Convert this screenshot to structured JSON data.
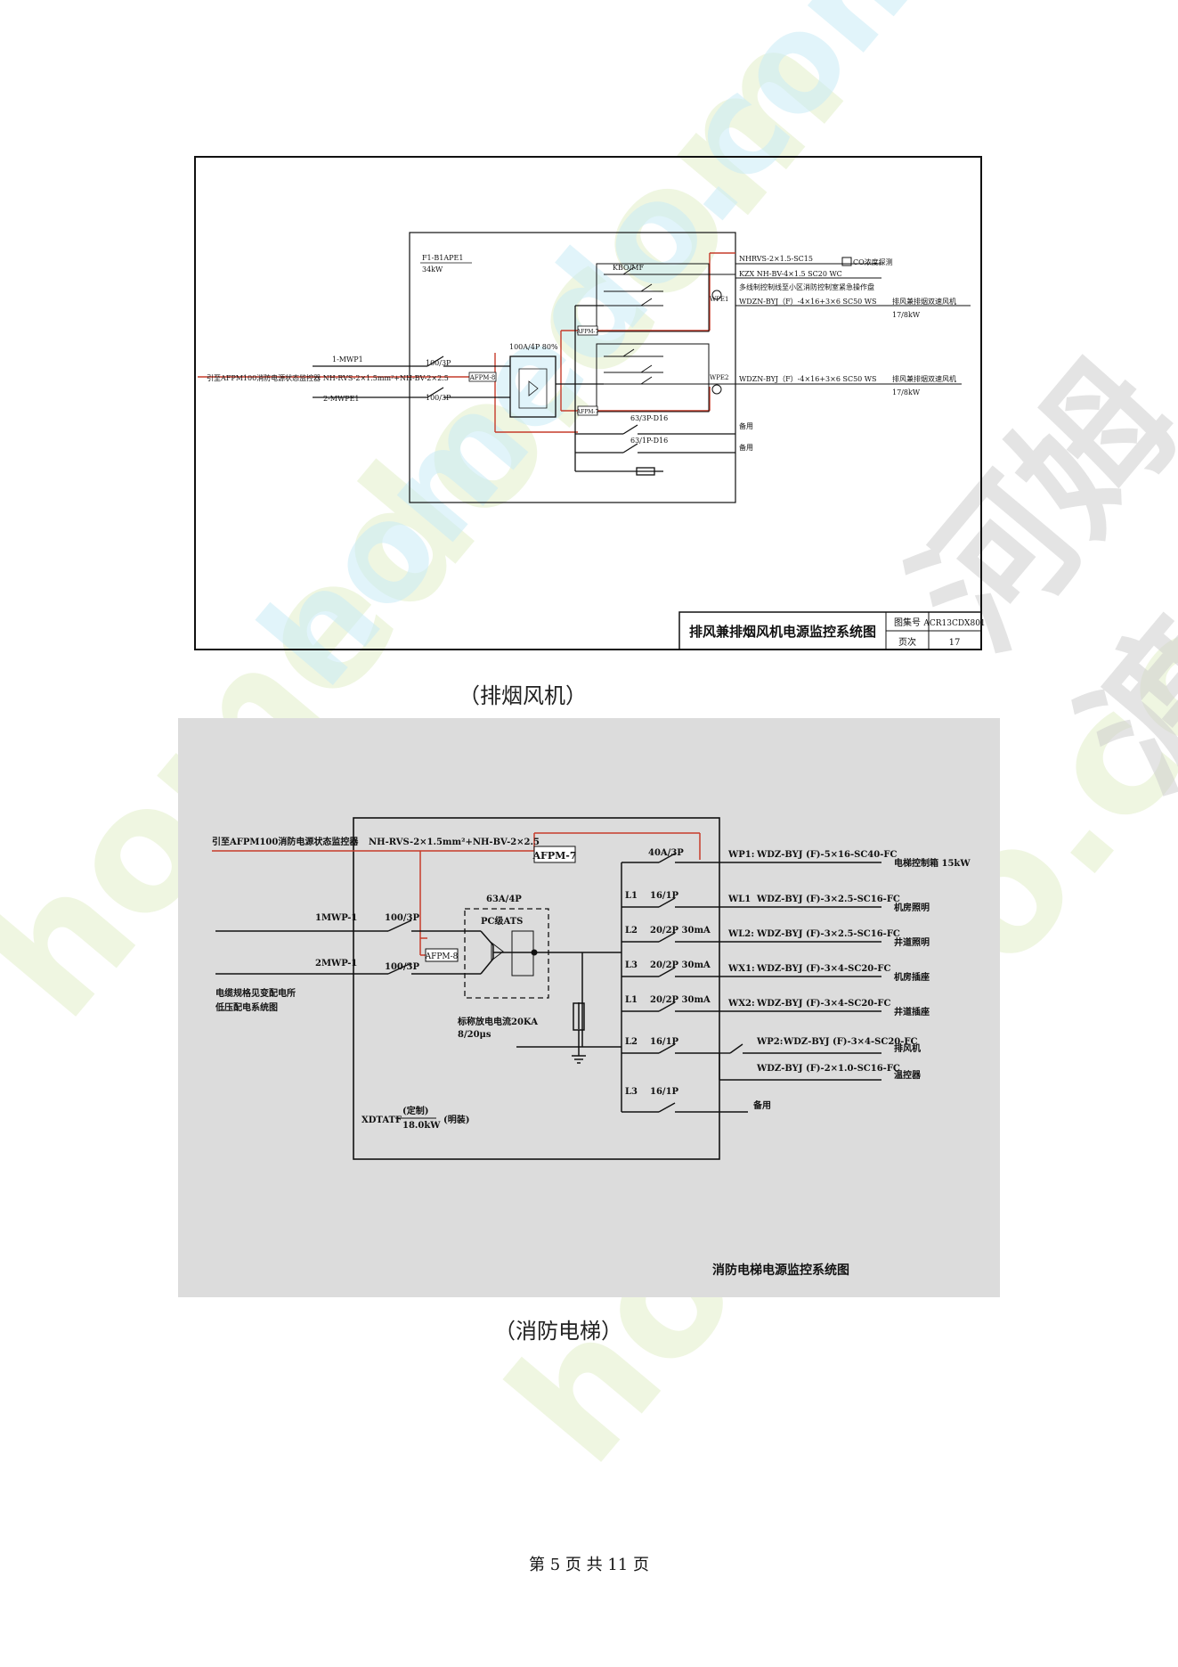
{
  "watermark": {
    "latin": "homedo.com",
    "cjk": "河姆渡"
  },
  "diagram1": {
    "panel_id": "F1-B1APE1",
    "panel_power": "34kW",
    "feeder1": "1-MWP1",
    "feeder2": "2-MWPE1",
    "monitor_note": "引至AFPM100消防电源状态监控器  NH-RVS-2×1.5mm²+NH-BV-2×2.5",
    "sw1": "100/3P",
    "sw2": "100/3P",
    "ats": "100A/4P 80%",
    "afpm_in": "AFPM-8",
    "afpm_o1": "AFPM-7",
    "afpm_o2": "AFPM-7",
    "starter": "KBO/MF",
    "c1": "NHRVS-2×1.5-SC15",
    "c2": "KZX NH-BV-4×1.5 SC20 WC",
    "c3": "多线制控制线至小区消防控制室紧急操作盘",
    "c4": "WDZN-BYJ（F）-4×16+3×6 SC50 WS",
    "co": "CO浓度探测",
    "load1": "排风兼排烟双速风机",
    "kw1": "17/8kW",
    "wpe1": "WPE1",
    "wpe2": "WPE2",
    "c5": "WDZN-BYJ（F）-4×16+3×6 SC50 WS",
    "load2": "排风兼排烟双速风机",
    "kw2": "17/8kW",
    "b1": "63/3P-D16",
    "b2": "63/1P-D16",
    "spare1": "备用",
    "spare2": "备用",
    "title_block": {
      "title": "排风兼排烟风机电源监控系统图",
      "l1": "图集号",
      "v1": "ACR13CDX801",
      "l2": "页次",
      "v2": "17"
    }
  },
  "caption1": "（排烟风机）",
  "diagram2": {
    "monitor": "引至AFPM100消防电源状态监控器",
    "cable": "NH-RVS-2×1.5mm²+NH-BV-2×2.5",
    "afpm7": "AFPM-7",
    "afpm8": "AFPM-8",
    "mb": "40A/3P",
    "f1": "1MWP-1",
    "f2": "2MWP-1",
    "sw1": "100/3P",
    "sw2": "100/3P",
    "ats_rating": "63A/4P",
    "ats_type": "PC级ATS",
    "spd1": "标称放电电流20KA",
    "spd2": "8/20μs",
    "note1": "电缆规格见变配电所",
    "note2": "低压配电系统图",
    "xd": "XDTATF",
    "fixed": "(定制)",
    "power": "18.0kW",
    "mount": "(明装)",
    "title": "消防电梯电源监控系统图",
    "circuits": [
      {
        "phase": "",
        "breaker": "",
        "id": "WP1:",
        "cable": "WDZ-BYJ (F)-5×16-SC40-FC",
        "load": "电梯控制箱  15kW"
      },
      {
        "phase": "L1",
        "breaker": "16/1P",
        "id": "WL1",
        "cable": "WDZ-BYJ (F)-3×2.5-SC16-FC",
        "load": "机房照明"
      },
      {
        "phase": "L2",
        "breaker": "20/2P 30mA",
        "id": "WL2:",
        "cable": "WDZ-BYJ (F)-3×2.5-SC16-FC",
        "load": "井道照明"
      },
      {
        "phase": "L3",
        "breaker": "20/2P 30mA",
        "id": "WX1:",
        "cable": "WDZ-BYJ (F)-3×4-SC20-FC",
        "load": "机房插座"
      },
      {
        "phase": "L1",
        "breaker": "20/2P 30mA",
        "id": "WX2:",
        "cable": "WDZ-BYJ (F)-3×4-SC20-FC",
        "load": "井道插座"
      },
      {
        "phase": "L2",
        "breaker": "16/1P",
        "id": "WP2:",
        "cable": "WDZ-BYJ (F)-3×4-SC20-FC",
        "load": "排风机"
      },
      {
        "phase": "",
        "breaker": "",
        "id": "",
        "cable": "WDZ-BYJ (F)-2×1.0-SC16-FC",
        "load": "温控器"
      },
      {
        "phase": "L3",
        "breaker": "16/1P",
        "id": "",
        "cable": "",
        "load": "备用"
      }
    ]
  },
  "caption2": "（消防电梯）",
  "footer": "第 5 页 共 11 页"
}
